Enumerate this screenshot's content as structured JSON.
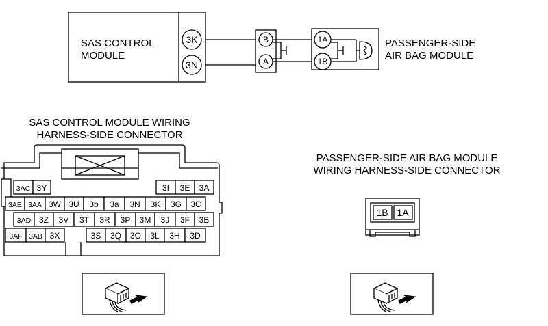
{
  "sas_module": {
    "label_line1": "SAS CONTROL",
    "label_line2": "MODULE",
    "terminal_top": "3K",
    "terminal_bottom": "3N"
  },
  "intermediate_connector": {
    "pin_top": "B",
    "pin_bottom": "A"
  },
  "airbag_module": {
    "pin_top": "1A",
    "pin_bottom": "1B",
    "label_line1": "PASSENGER-SIDE",
    "label_line2": "AIR BAG MODULE"
  },
  "sas_connector": {
    "title_line1": "SAS CONTROL MODULE WIRING",
    "title_line2": "HARNESS-SIDE CONNECTOR",
    "row1_left": [
      "3AC",
      "3Y"
    ],
    "row1_right": [
      "3I",
      "3E",
      "3A"
    ],
    "row2": [
      "3AE",
      "3AA",
      "3W",
      "3U",
      "3b",
      "3a",
      "3N",
      "3K",
      "3G",
      "3C"
    ],
    "row3": [
      "3AD",
      "3Z",
      "3V",
      "3T",
      "3R",
      "3P",
      "3M",
      "3J",
      "3F",
      "3B"
    ],
    "row4_left": [
      "3AF",
      "3AB",
      "3X"
    ],
    "row4_right": [
      "3S",
      "3Q",
      "3O",
      "3L",
      "3H",
      "3D"
    ]
  },
  "airbag_connector": {
    "title_line1": "PASSENGER-SIDE AIR BAG MODULE",
    "title_line2": "WIRING HARNESS-SIDE CONNECTOR",
    "pins": [
      "1B",
      "1A"
    ]
  },
  "icons": {
    "left": "connector-view-direction-icon",
    "right": "connector-view-direction-icon"
  }
}
